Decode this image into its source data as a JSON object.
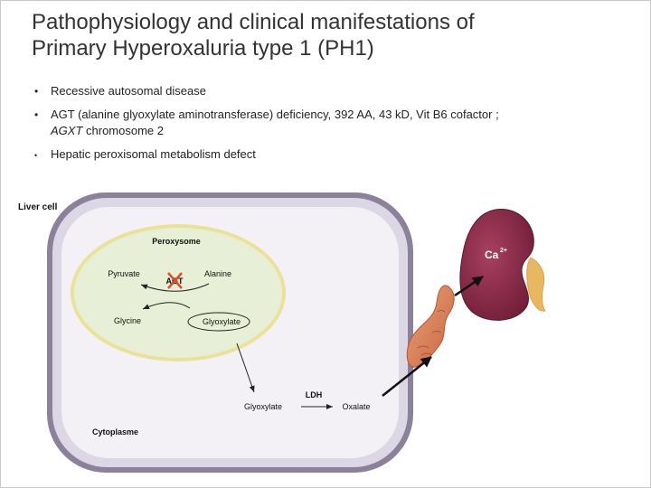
{
  "title": {
    "line1": "Pathophysiology and clinical manifestations of",
    "line2": "Primary Hyperoxaluria type 1 (PH1)"
  },
  "bullets": [
    {
      "marker": "•",
      "text": "Recessive autosomal disease"
    },
    {
      "marker": "•",
      "text": "AGT (alanine glyoxylate aminotransferase) deficiency, 392 AA, 43 kD, Vit B6 cofactor ;",
      "italic_part": "AGXT",
      "rest": " chromosome 2"
    },
    {
      "marker": "•",
      "text": "Hepatic peroxisomal metabolism defect"
    }
  ],
  "diagram": {
    "liver_cell_label": "Liver cell",
    "peroxysome_label": "Peroxysome",
    "pyruvate": "Pyruvate",
    "agt": "AGT",
    "alanine": "Alanine",
    "glycine": "Glycine",
    "glyoxylate_inner": "Glyoxylate",
    "glyoxylate_outer": "Glyoxylate",
    "ldh": "LDH",
    "oxalate": "Oxalate",
    "cytoplasme_label": "Cytoplasme",
    "calcium_base": "Ca",
    "calcium_sup": "2+"
  },
  "colors": {
    "cell_border": "#8a7d96",
    "cell_fill": "#e8e4ee",
    "cell_inner": "#f2f0f5",
    "peroxysome_fill": "#e6f0d4",
    "peroxysome_border": "#e9dc8c",
    "kidney": "#8e2a4b",
    "ureter": "#e8b860",
    "intestine": "#d9855a",
    "cross": "#e04b2a"
  }
}
